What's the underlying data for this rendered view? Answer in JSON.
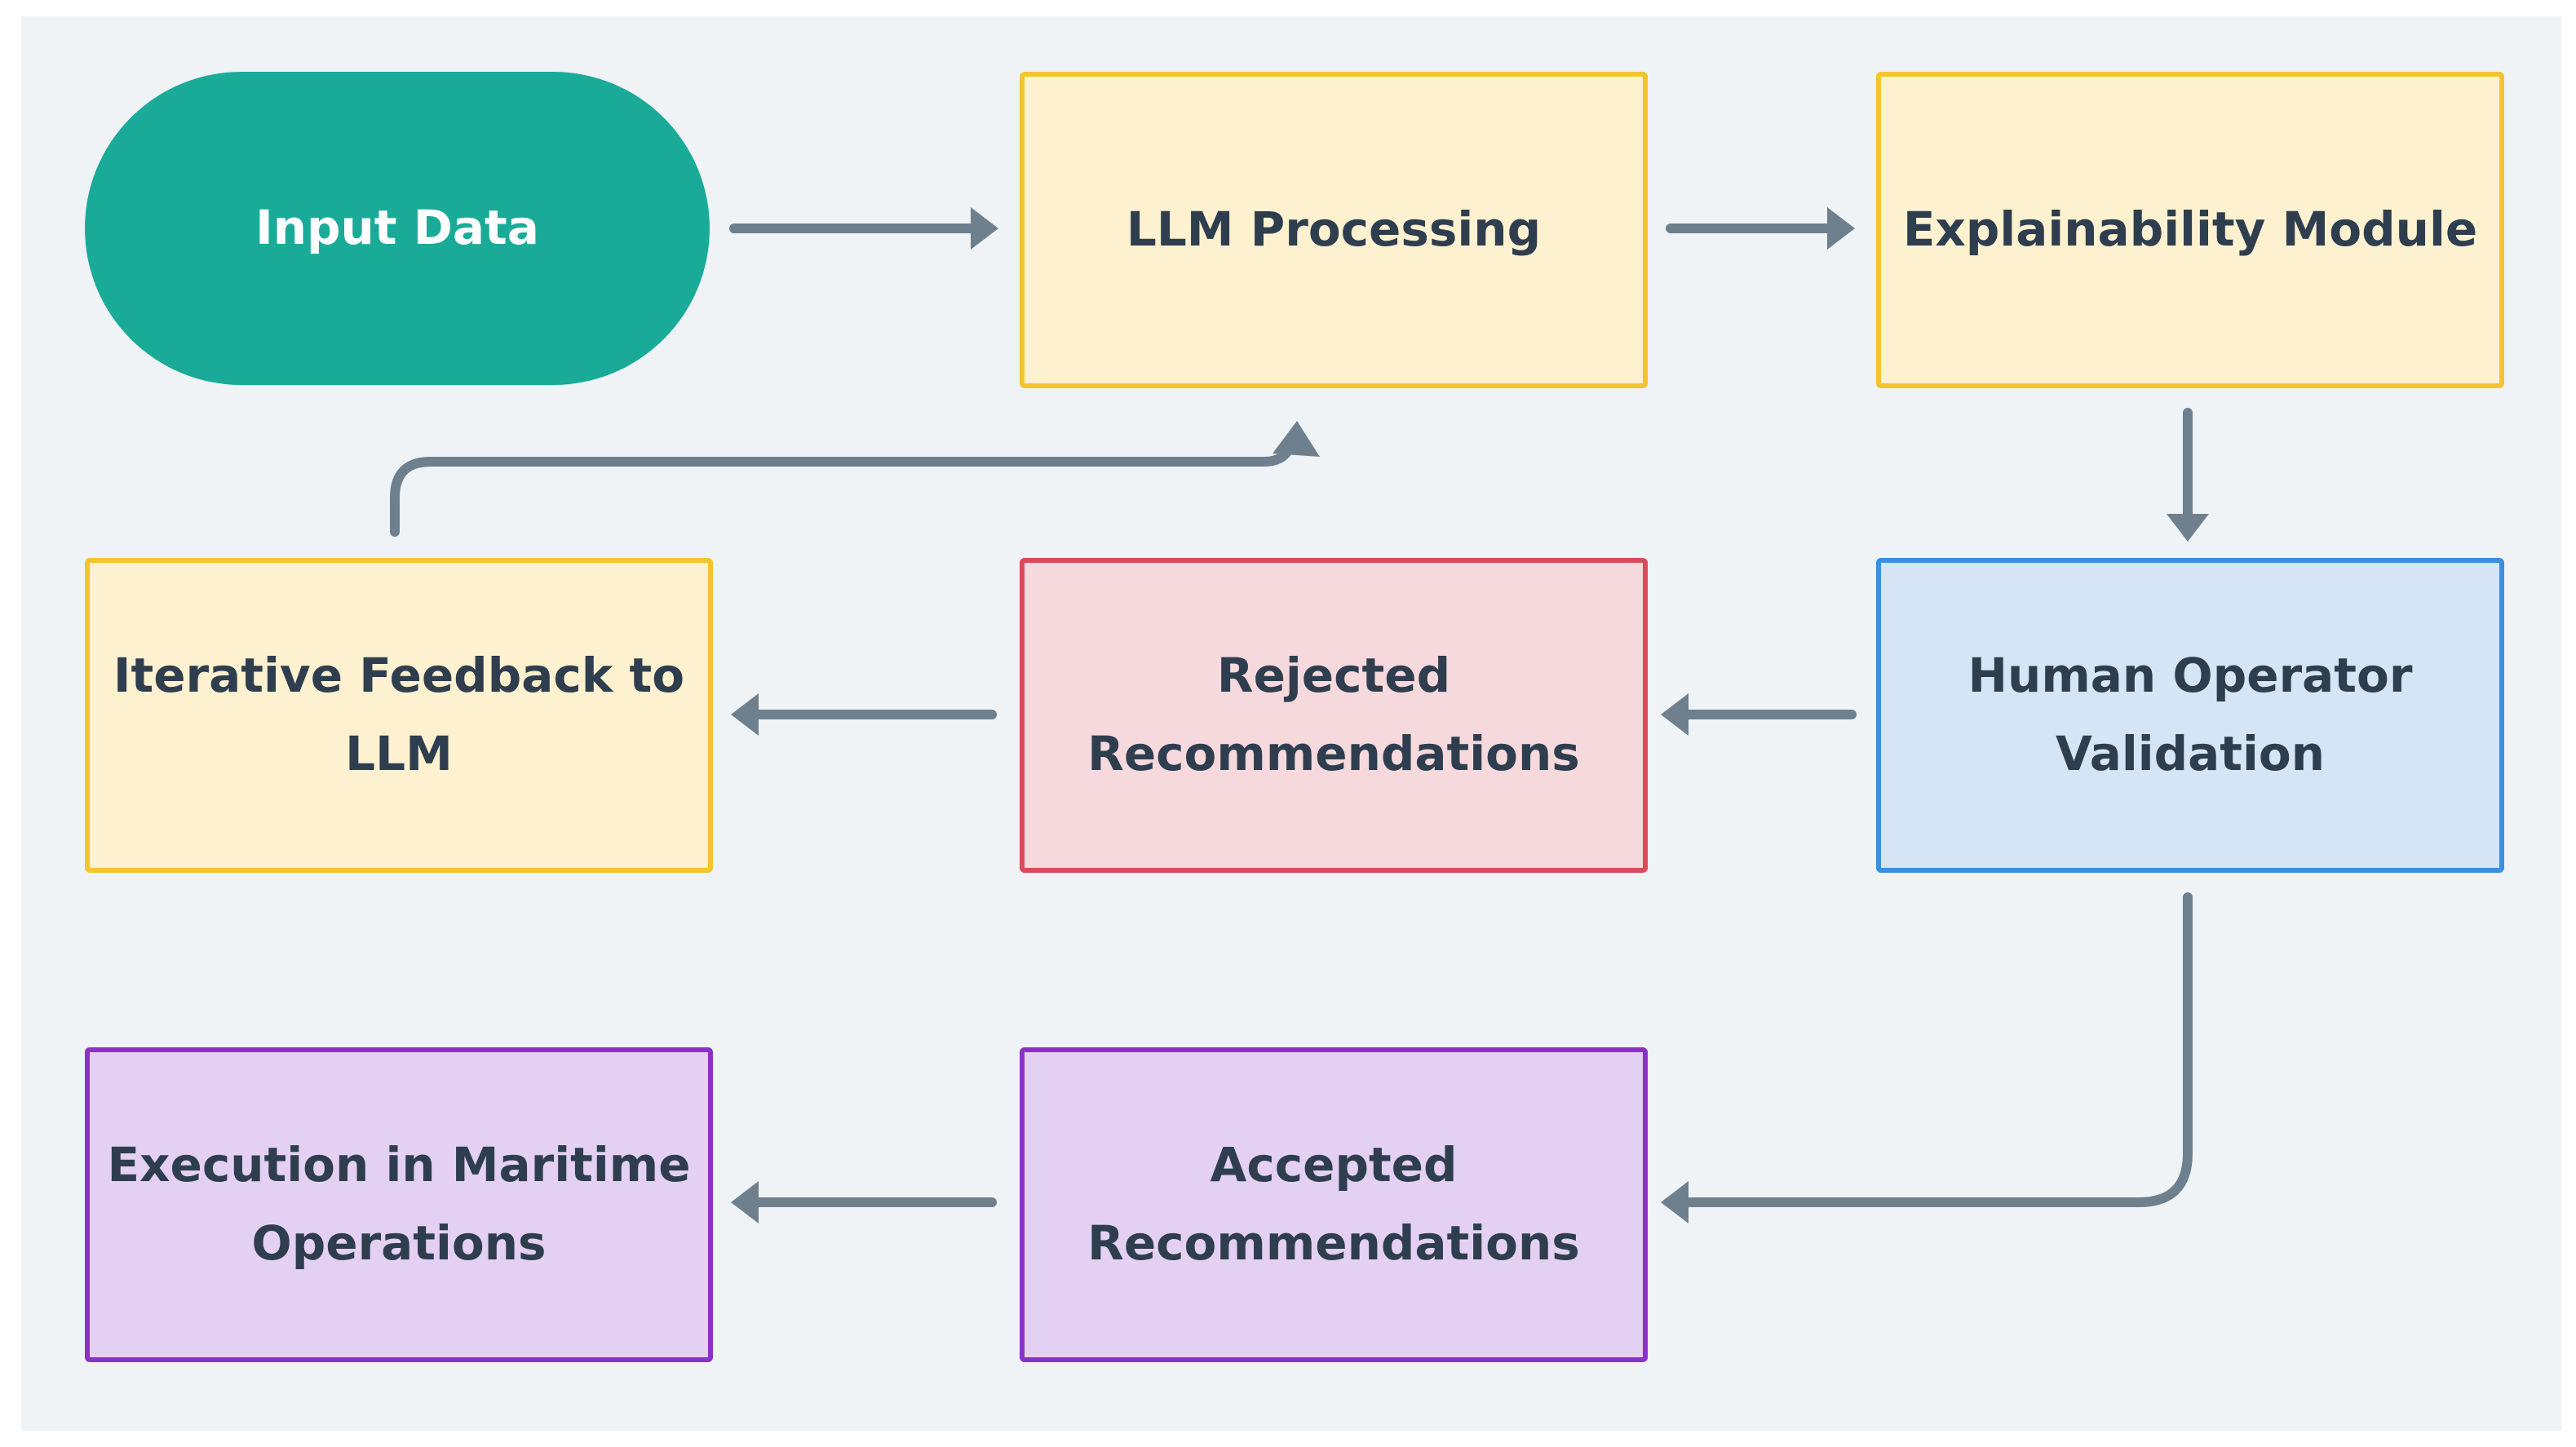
{
  "diagram": {
    "type": "flowchart",
    "colors": {
      "background": "#eff3f6",
      "edge": "#6e7f8e",
      "teal_fill": "#1aab98",
      "yellow_fill": "#fdf1d0",
      "yellow_border": "#f3c430",
      "red_fill": "#f6d9dc",
      "red_border": "#d94a5a",
      "blue_fill": "#d5e5f5",
      "blue_border": "#3b8ee0",
      "purple_fill": "#e3d0f3",
      "purple_border": "#8a32c8"
    },
    "nodes": {
      "input_data": {
        "label": "Input Data",
        "shape": "terminal",
        "fill": "#1aab98"
      },
      "llm_processing": {
        "label": "LLM Processing",
        "fill": "#fdf1d0",
        "border": "#f3c430"
      },
      "explainability_module": {
        "label": "Explainability Module",
        "fill": "#fdf1d0",
        "border": "#f3c430"
      },
      "human_operator_validation": {
        "label": "Human Operator\nValidation",
        "fill": "#d5e5f5",
        "border": "#3b8ee0"
      },
      "rejected_recommendations": {
        "label": "Rejected\nRecommendations",
        "fill": "#f6d9dc",
        "border": "#d94a5a"
      },
      "iterative_feedback": {
        "label": "Iterative Feedback to\nLLM",
        "fill": "#fdf1d0",
        "border": "#f3c430"
      },
      "accepted_recommendations": {
        "label": "Accepted\nRecommendations",
        "fill": "#e3d0f3",
        "border": "#8a32c8"
      },
      "execution": {
        "label": "Execution in Maritime\nOperations",
        "fill": "#e3d0f3",
        "border": "#8a32c8"
      }
    },
    "edges": [
      {
        "from": "input_data",
        "to": "llm_processing"
      },
      {
        "from": "llm_processing",
        "to": "explainability_module"
      },
      {
        "from": "explainability_module",
        "to": "human_operator_validation"
      },
      {
        "from": "human_operator_validation",
        "to": "rejected_recommendations"
      },
      {
        "from": "rejected_recommendations",
        "to": "iterative_feedback"
      },
      {
        "from": "iterative_feedback",
        "to": "llm_processing"
      },
      {
        "from": "human_operator_validation",
        "to": "accepted_recommendations"
      },
      {
        "from": "accepted_recommendations",
        "to": "execution"
      }
    ]
  }
}
